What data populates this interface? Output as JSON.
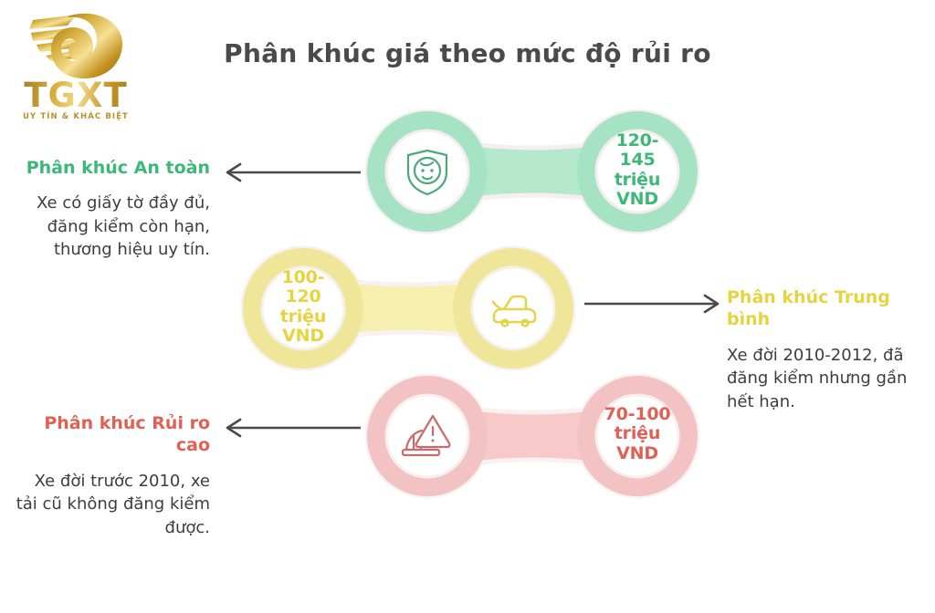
{
  "brand": {
    "logo_icon": "winged-eagle-logo-icon",
    "wordmark": "TGXT",
    "tagline": "UY TÍN & KHÁC BIỆT",
    "color": "#c79a21"
  },
  "header": {
    "title": "Phân khúc giá theo mức độ rủi ro",
    "title_color": "#4a4a4a"
  },
  "colors": {
    "green_text": "#3cb878",
    "green_ring": "#8fdcb4",
    "green_band": "#b5e8cd",
    "yellow_text": "#e6d43f",
    "yellow_ring": "#ecdf6f",
    "yellow_band": "#f6efb0",
    "red_text": "#e06055",
    "red_ring": "#f0b6b6",
    "red_band": "#f7c9c9",
    "arrow": "#4a4a4a",
    "body_text": "#3d3d3d"
  },
  "segments": [
    {
      "key": "safe",
      "heading": "Phân khúc An toàn",
      "description": "Xe có giấy tờ đầy đủ, đăng kiểm còn hạn, thương hiệu uy tín.",
      "price": "120-145 triệu VND",
      "price_lines": [
        "120-",
        "145",
        "triệu",
        "VND"
      ],
      "icon": "shield-baby-face-icon",
      "icon_side": "left",
      "text_side": "left",
      "arrow_direction": "left",
      "accent": "#3cb878"
    },
    {
      "key": "medium",
      "heading": "Phân khúc Trung bình",
      "description": "Xe đời 2010-2012, đã đăng kiểm nhưng gần hết hạn.",
      "price": "100-120 triệu VND",
      "price_lines": [
        "100-",
        "120",
        "triệu",
        "VND"
      ],
      "icon": "car-side-icon",
      "icon_side": "right",
      "text_side": "right",
      "arrow_direction": "right",
      "accent": "#e6d43f"
    },
    {
      "key": "risk",
      "heading": "Phân khúc Rủi ro cao",
      "description": "Xe đời trước 2010, xe tải cũ không đăng kiểm được.",
      "price": "70-100 triệu VND",
      "price_lines": [
        "70-100",
        "triệu",
        "VND"
      ],
      "icon": "warning-barrier-icon",
      "icon_side": "left",
      "text_side": "left",
      "arrow_direction": "left",
      "accent": "#e06055"
    }
  ]
}
